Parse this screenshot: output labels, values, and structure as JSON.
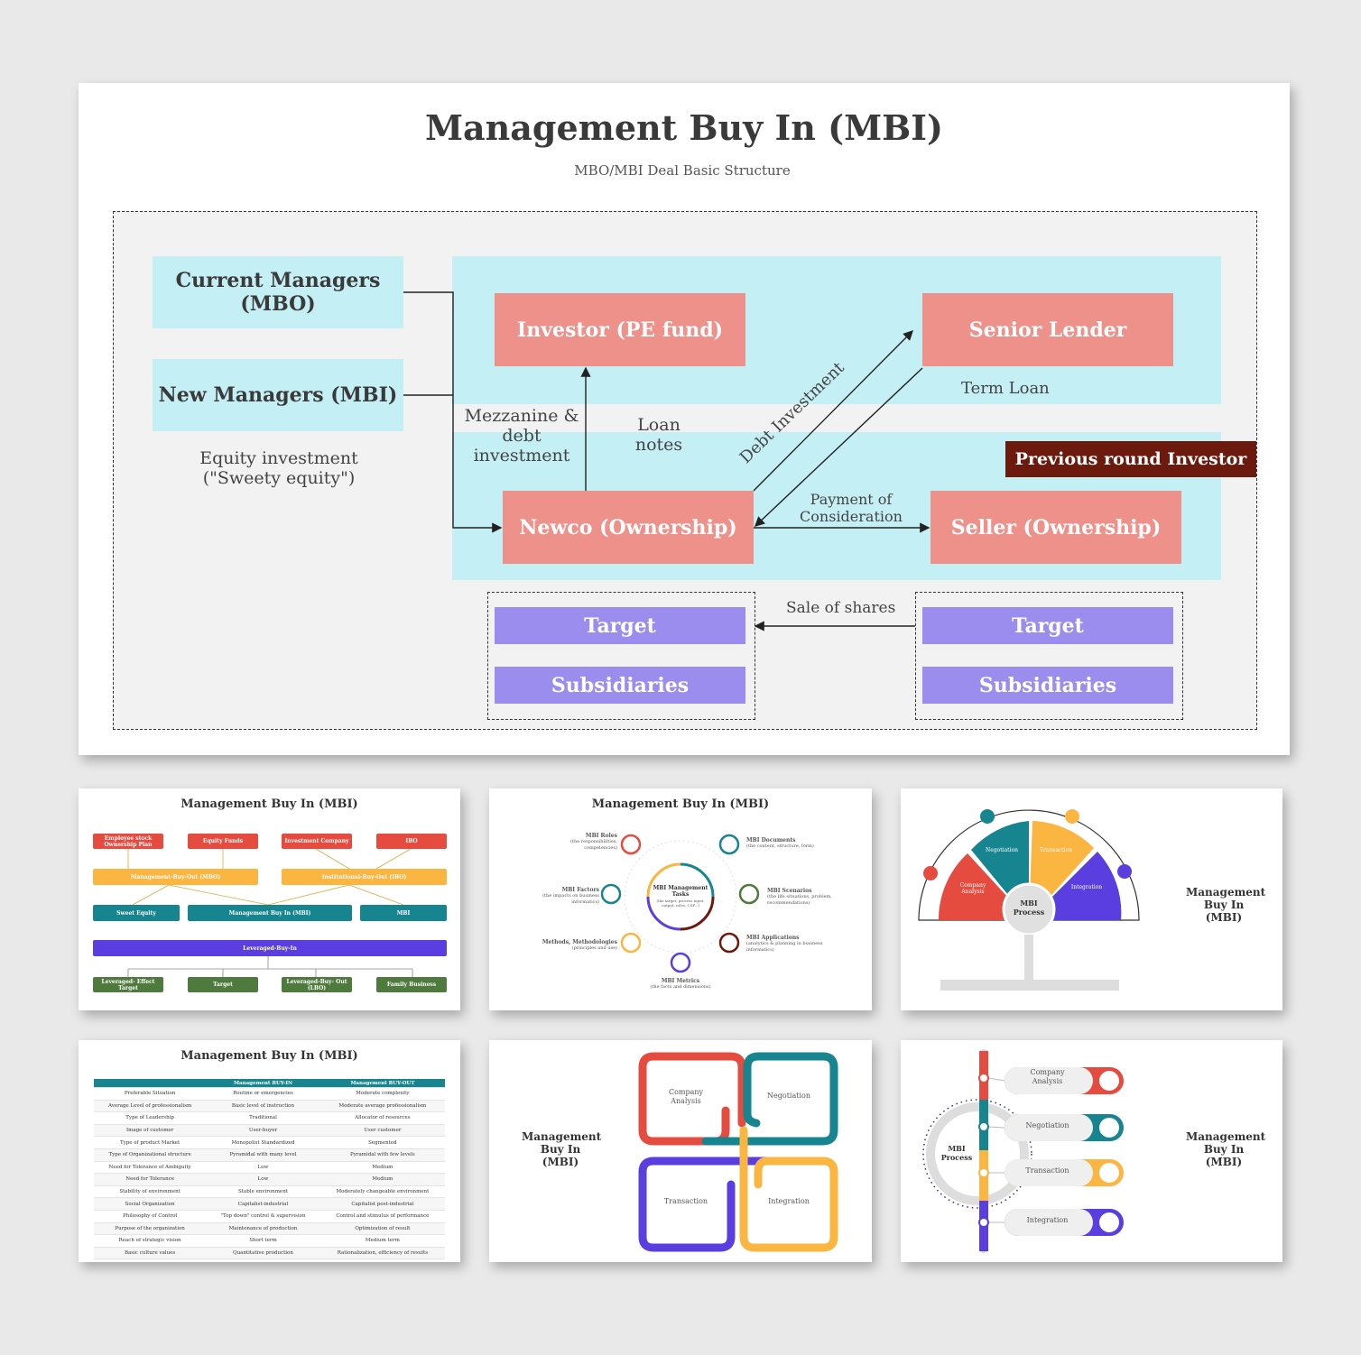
{
  "main": {
    "title": "Management Buy In (MBI)",
    "subtitle": "MBO/MBI Deal Basic Structure",
    "current_managers": "Current Managers (MBO)",
    "new_managers": "New Managers (MBI)",
    "equity_investment": "Equity investment (\"Sweety equity\")",
    "investor": "Investor (PE fund)",
    "senior_lender": "Senior Lender",
    "term_loan": "Term Loan",
    "mezzanine": "Mezzanine & debt investment",
    "loan_notes": "Loan notes",
    "debt_investment": "Debt Investment",
    "previous_round": "Previous round Investor",
    "newco": "Newco (Ownership)",
    "payment": "Payment of Consideration",
    "seller": "Seller (Ownership)",
    "sale_of_shares": "Sale of shares",
    "target_left": "Target",
    "subsidiaries_left": "Subsidiaries",
    "target_right": "Target",
    "subsidiaries_right": "Subsidiaries",
    "colors": {
      "cyan": "#c4eff5",
      "salmon": "#ee918b",
      "purple": "#9b8ded",
      "brown": "#6b1a0d"
    }
  },
  "thumb1": {
    "title": "Management Buy In (MBI)",
    "row1": [
      "Employee stock Ownership Plan",
      "Equity Funds",
      "Investment Company",
      "IBO"
    ],
    "row2": [
      "Management-Buy-Out (MBO)",
      "Institutional-Buy-Out (IBO)"
    ],
    "row3": [
      "Sweet Equity",
      "Management Buy In (MBI)",
      "MBI"
    ],
    "row4": "Leveraged-Buy-In",
    "row5": [
      "Leveraged- Effect Target",
      "Target",
      "Leveraged-Buy- Out (LBO)",
      "Family Business"
    ]
  },
  "thumb2": {
    "title": "Management Buy In (MBI)",
    "center_title": "MBI Management Tasks",
    "center_sub": "(the target, process input, output, roles, CSF...)",
    "items": [
      {
        "title": "MBI Roles",
        "desc": "(the responsibilities, competencies)"
      },
      {
        "title": "MBI Documents",
        "desc": "(the content, structure, form)"
      },
      {
        "title": "MBI Factors",
        "desc": "(the impacts on business informatics)"
      },
      {
        "title": "MBI Scenarios",
        "desc": "(the life situations, problem, recommendations)"
      },
      {
        "title": "Methods, Methodologies",
        "desc": "(principles and use)"
      },
      {
        "title": "MBI Applications",
        "desc": "(analytics & planning in business informatics)"
      },
      {
        "title": "MBI Metrics",
        "desc": "(the facts and dimensions)"
      }
    ]
  },
  "thumb3": {
    "segments": [
      "Company Analysis",
      "Negotiation",
      "Transaction",
      "Integration"
    ],
    "center": "MBI Process",
    "side_title": "Management Buy In (MBI)"
  },
  "thumb4": {
    "title": "Management Buy In (MBI)",
    "headers": [
      "",
      "Management BUY-IN",
      "Management BUY-OUT"
    ],
    "rows": [
      [
        "Preferable Situation",
        "Routine or emergencies",
        "Moderate complexity"
      ],
      [
        "Average Level of professionalism",
        "Basic level of instruction",
        "Moderate average professionalism"
      ],
      [
        "Type of Leadership",
        "Traditional",
        "Allocator of resources"
      ],
      [
        "Image of customer",
        "User-buyer",
        "User customer"
      ],
      [
        "Type of product Market",
        "Monopolist Standardized",
        "Segmented"
      ],
      [
        "Type of Organizational structure",
        "Pyramidal with many level",
        "Pyramidal with few levels"
      ],
      [
        "Need for Tolerance of Ambiguity",
        "Low",
        "Medium"
      ],
      [
        "Need for Tolerance",
        "Low",
        "Medium"
      ],
      [
        "Stability of environment",
        "Stable environment",
        "Moderately changeable environment"
      ],
      [
        "Social Organization",
        "Capitalist-industrial",
        "Capitalist post-industrial"
      ],
      [
        "Philosophy of Control",
        "\"Top down\" control & supervision",
        "Control and stimulus of performance"
      ],
      [
        "Purpose of the organization",
        "Maintenance of production",
        "Optimization of result"
      ],
      [
        "Reach of strategic vision",
        "Short term",
        "Medium term"
      ],
      [
        "Basic culture values",
        "Quantitative production",
        "Rationalization, efficiency of results"
      ]
    ]
  },
  "thumb5": {
    "side_title": "Management Buy In (MBI)",
    "loops": [
      "Company Analysis",
      "Negotiation",
      "Transaction",
      "Integration"
    ]
  },
  "thumb6": {
    "center": "MBI Process",
    "steps": [
      "Company Analysis",
      "Negotiation",
      "Transaction",
      "Integration"
    ],
    "side_title": "Management Buy In (MBI)"
  }
}
